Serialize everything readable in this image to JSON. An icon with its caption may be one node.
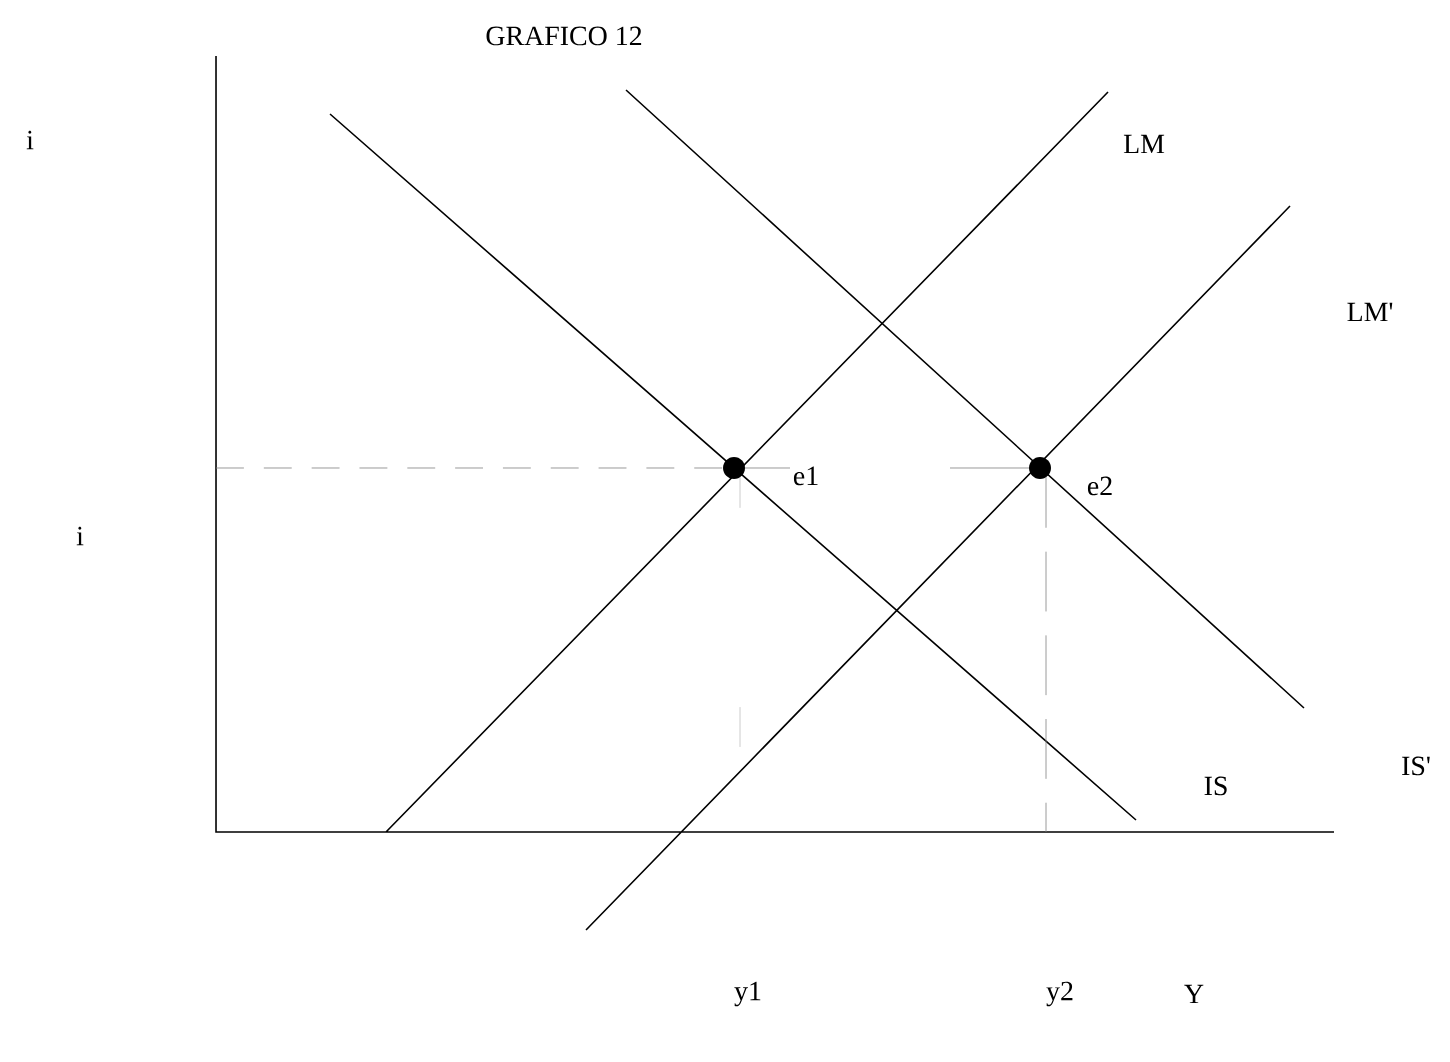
{
  "diagram": {
    "title": "GRAFICO 12",
    "labels": [
      "i",
      "LM",
      "LM'",
      "e1",
      "i",
      "e2",
      "IS",
      "IS'",
      "y1",
      "y2",
      "Y"
    ]
  }
}
